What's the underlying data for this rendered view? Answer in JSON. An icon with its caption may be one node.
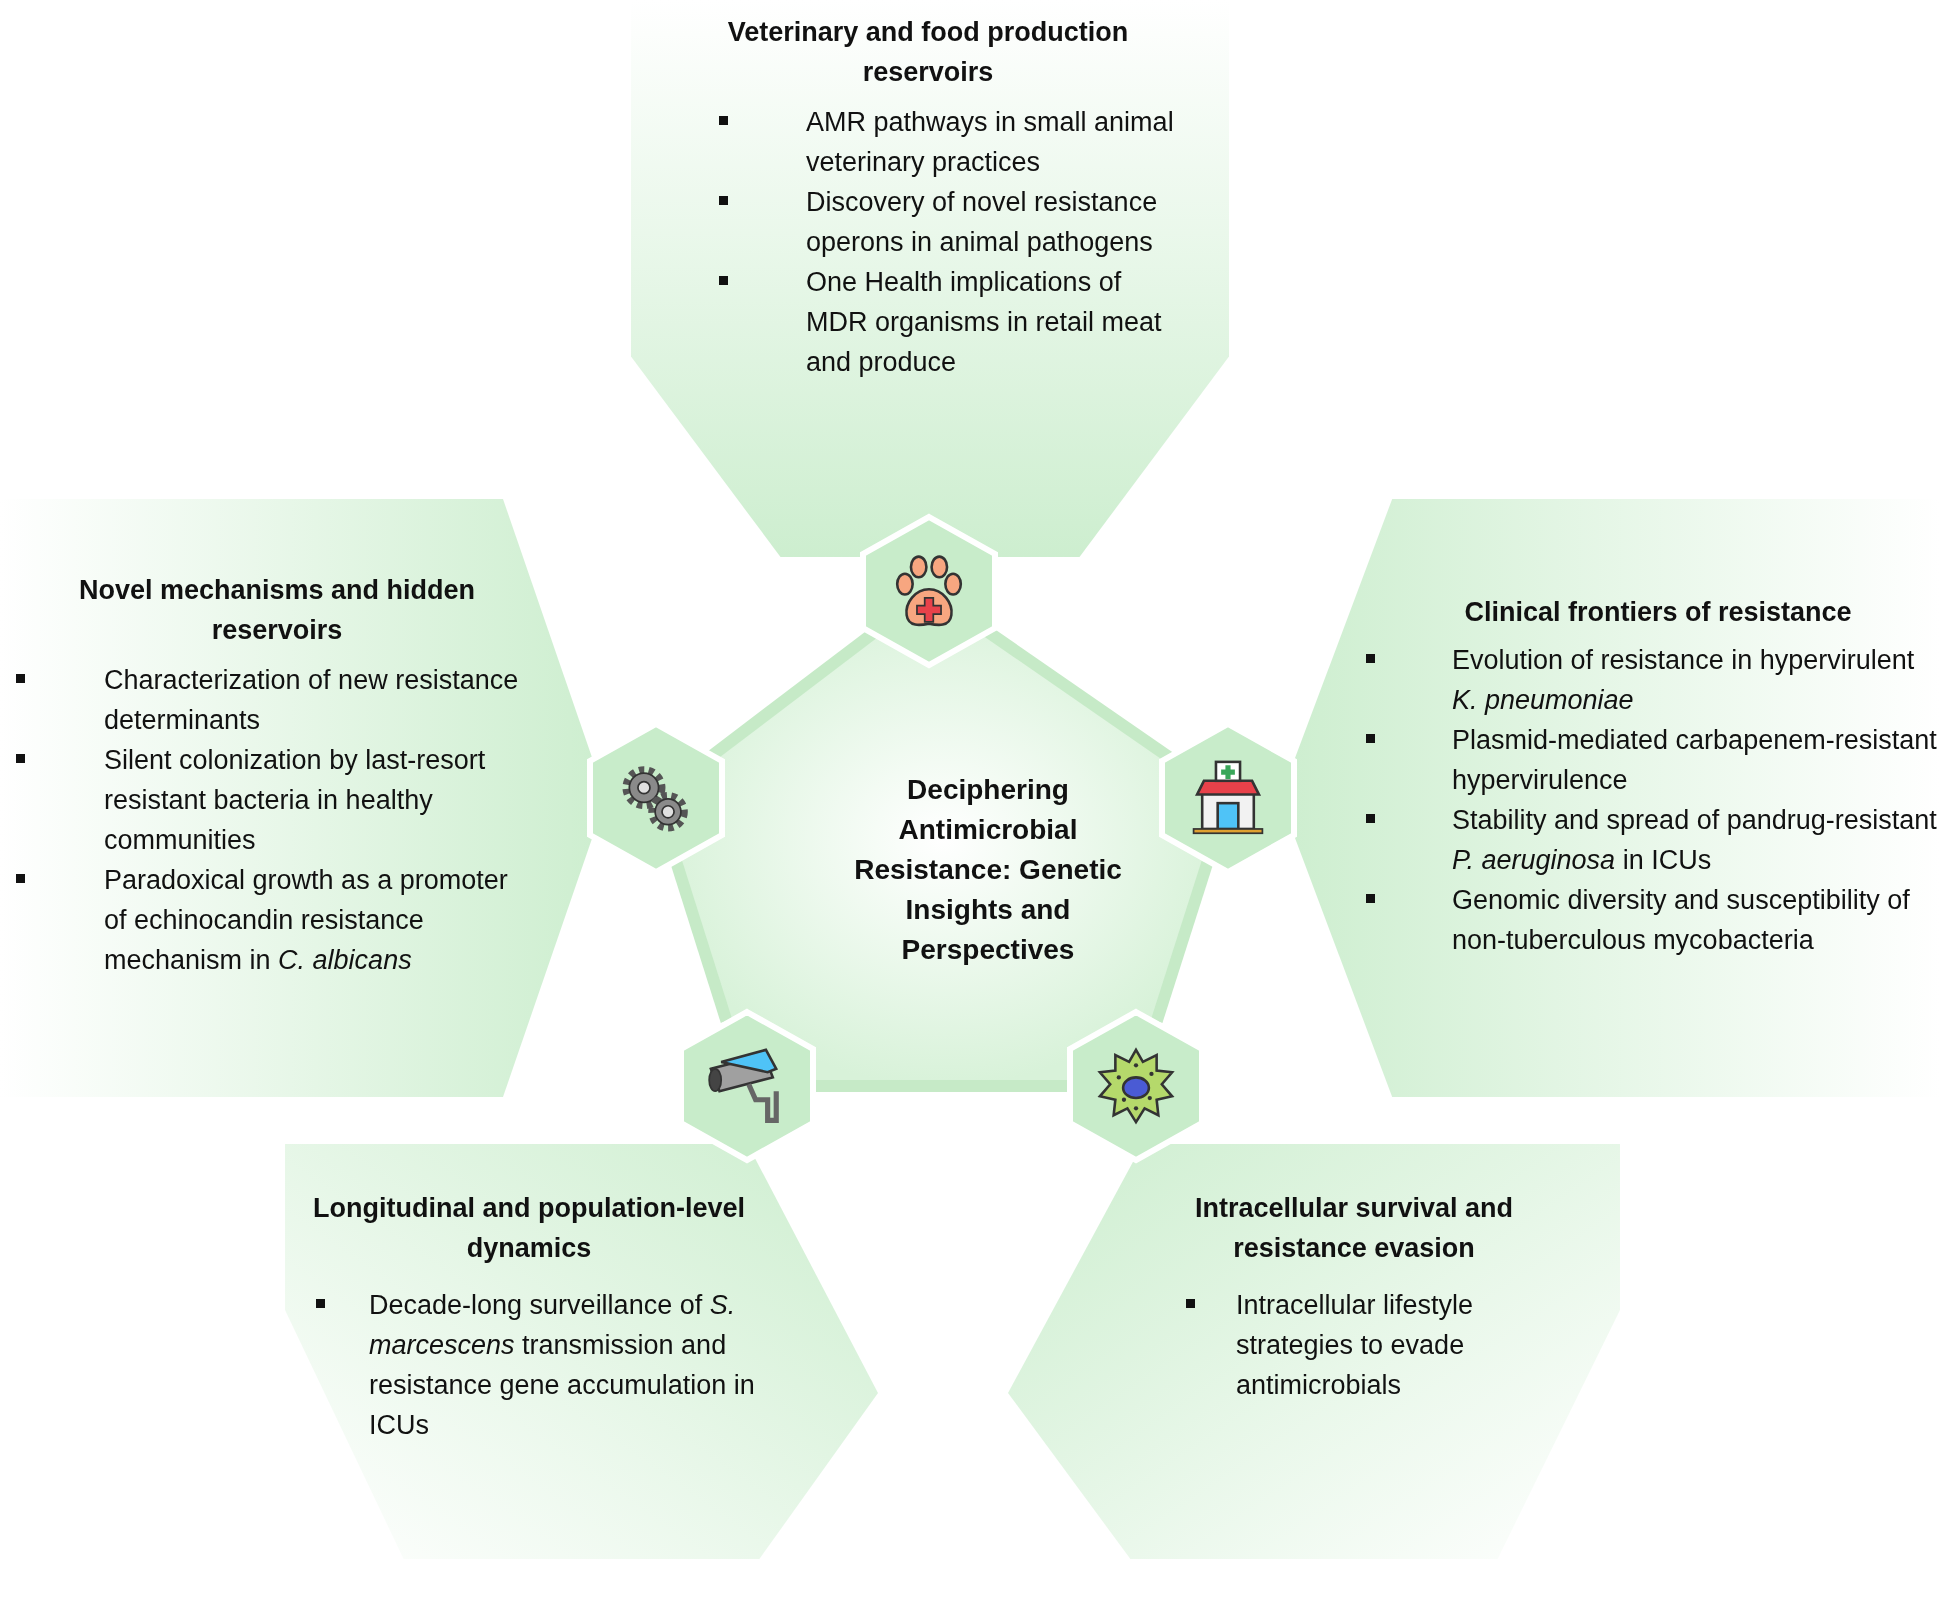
{
  "diagram": {
    "nodes": [
      {
        "text": [
          "Veterinary and food production reservoirs",
          "AMR pathways in small animal veterinary practices",
          "Discovery of novel resistance operons in animal pathogens",
          "One Health implications of MDR organisms in retail meat and produce"
        ]
      },
      {
        "text": [],
        "shape": "hexagon"
      },
      {
        "text": [
          "Novel mechanisms and hidden reservoirs",
          "Characterization of new resistance determinants",
          "Silent colonization by last-resort resistant bacteria in healthy communities",
          "Paradoxical growth as a promoter of echinocandin resistance mechanism in *C. albicans*"
        ]
      },
      {
        "text": [
          "Clinical frontiers of resistance",
          "Evolution of resistance in hypervirulent *K. pneumoniae*",
          "Plasmid-mediated carbapenem-resistant hypervirulence",
          "Stability and spread of pandrug-resistant *P. aeruginosa* in ICUs",
          "Genomic diversity and susceptibility of non-tuberculous mycobacteria"
        ]
      },
      {
        "text": [],
        "shape": "hexagon"
      },
      {
        "text": [
          "Deciphering Antimicrobial Resistance: Genetic Insights and Perspectives"
        ]
      },
      {
        "text": [],
        "shape": "hexagon"
      },
      {
        "text": [],
        "shape": "hexagon"
      },
      {
        "text": [],
        "shape": "hexagon"
      },
      {
        "text": [
          "Longitudinal and population-level dynamics",
          "Decade-long surveillance of *S. marcescens* transmission and resistance gene accumulation in ICUs"
        ]
      },
      {
        "text": [
          "Intracellular survival and resistance evasion",
          "Intracellular lifestyle strategies to evade antimicrobials"
        ]
      }
    ],
    "edges": [
      {
        "from": 1,
        "to": 6,
        "arrow": "none"
      },
      {
        "from": 6,
        "to": 8,
        "arrow": "none"
      },
      {
        "from": 8,
        "to": 7,
        "arrow": "none"
      },
      {
        "from": 7,
        "to": 4,
        "arrow": "none"
      },
      {
        "from": 4,
        "to": 1,
        "arrow": "none"
      }
    ]
  }
}
